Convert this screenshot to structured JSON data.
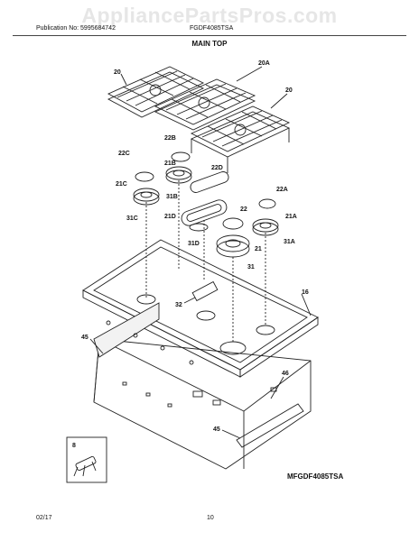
{
  "header": {
    "watermark": "AppliancePartsPros.com",
    "publication": "Publication No: 5995684742",
    "model": "FGDF4085TSA"
  },
  "section_title": "MAIN TOP",
  "figure_code": "MFGDF4085TSA",
  "callouts": {
    "c20_left": "20",
    "c20a": "20A",
    "c20_right": "20",
    "c22b": "22B",
    "c22c": "22C",
    "c21b": "21B",
    "c22d": "22D",
    "c21c": "21C",
    "c31b": "31B",
    "c22a": "22A",
    "c22": "22",
    "c21d": "21D",
    "c21a": "21A",
    "c31c": "31C",
    "c31d": "31D",
    "c21": "21",
    "c31a": "31A",
    "c31": "31",
    "c16": "16",
    "c32": "32",
    "c45_left": "45",
    "c46": "46",
    "c45_bottom": "45",
    "c8": "8"
  },
  "footer": {
    "date": "02/17",
    "page": "10"
  }
}
